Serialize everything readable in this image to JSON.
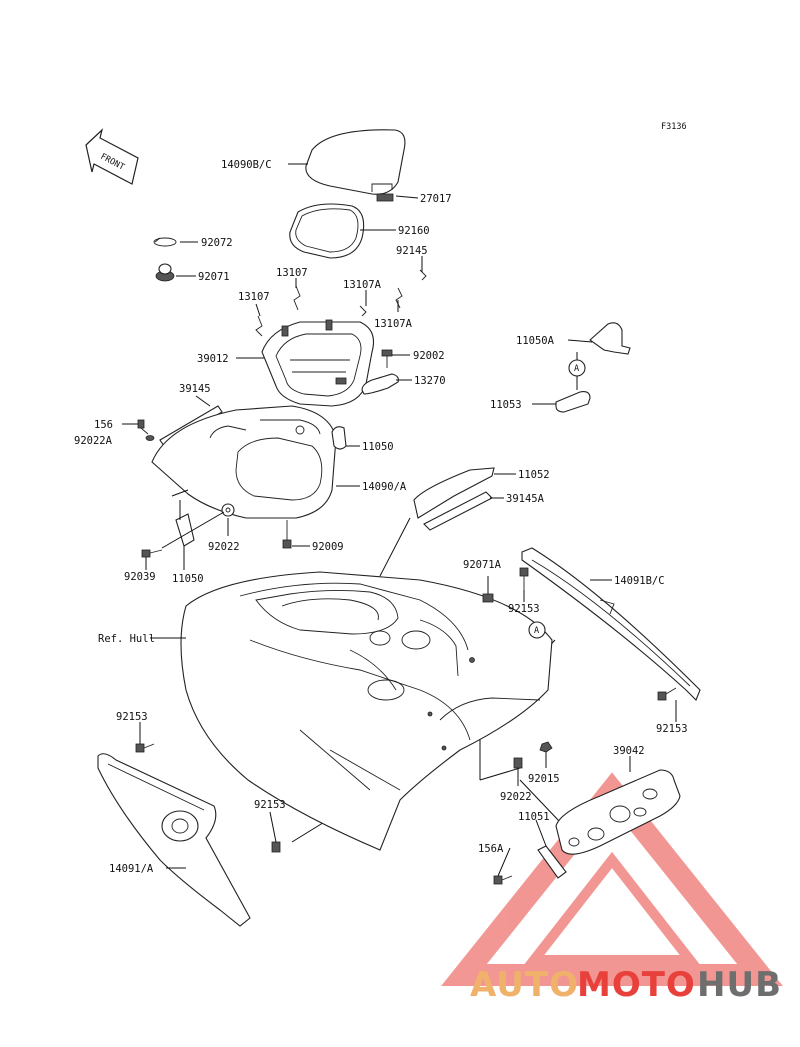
{
  "figure_code": "F3136",
  "front_label": "FRONT",
  "callouts": {
    "c14090bc": "14090B/C",
    "c27017": "27017",
    "c92072": "92072",
    "c92160": "92160",
    "c92145": "92145",
    "c13107a": "13107",
    "c92071": "92071",
    "c13107b": "13107",
    "c13107A1": "13107A",
    "c13107A2": "13107A",
    "c11050A": "11050A",
    "c39012": "39012",
    "c92002": "92002",
    "c13270": "13270",
    "cA1": "A",
    "c11053": "11053",
    "c39145": "39145",
    "c156": "156",
    "c92022A": "92022A",
    "c11050b": "11050",
    "c14090A": "14090/A",
    "c11052": "11052",
    "c39145A": "39145A",
    "c92022a": "92022",
    "c92009": "92009",
    "c92071A": "92071A",
    "c92039": "92039",
    "c11050c": "11050",
    "c14091BC": "14091B/C",
    "c92153a": "92153",
    "cRefHull": "Ref. Hull",
    "cA2": "A",
    "c92153b": "92153",
    "c92153c": "92153",
    "c39042": "39042",
    "c92015": "92015",
    "c92022b": "92022",
    "c92153d": "92153",
    "c11051": "11051",
    "c156A": "156A",
    "c14091A": "14091/A"
  },
  "watermark": {
    "part1": "AUTO",
    "part2": "MOTO",
    "part3": "HUB",
    "color_orange": "#f0b26a",
    "color_red": "#e8413c",
    "color_grey": "#6e6e6e"
  }
}
